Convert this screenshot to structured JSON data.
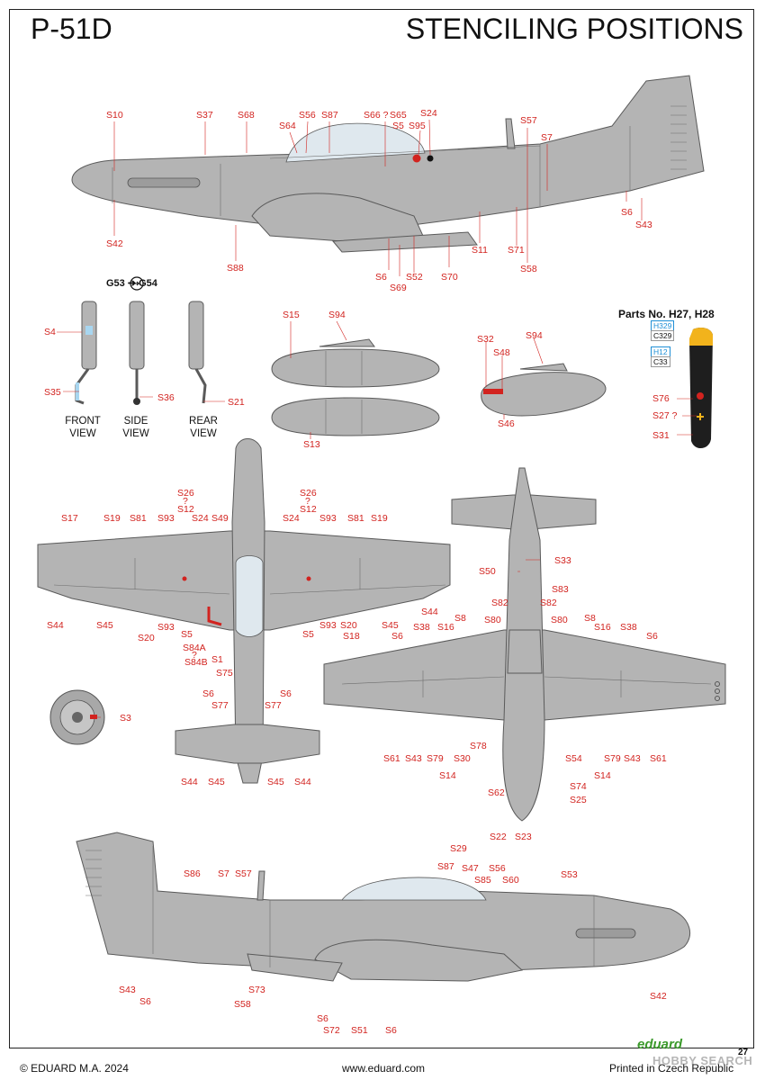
{
  "header": {
    "model": "P-51D",
    "section": "STENCILING POSITIONS"
  },
  "colors": {
    "aircraft_grey": "#b4b4b4",
    "callout_red": "#d2231f",
    "paint_code_blue": "#1f8fd6",
    "eduard_green": "#3c9a2c",
    "propeller_blade": "#1e1e1e",
    "propeller_tip": "#f2b31c"
  },
  "gear_legs": {
    "insignia": "G53 ➔ G54",
    "views": [
      "FRONT\nVIEW",
      "SIDE\nVIEW",
      "REAR\nVIEW"
    ]
  },
  "parts": {
    "title": "Parts No. H27, H28",
    "codes": [
      "H329",
      "C329",
      "H12",
      "C33"
    ]
  },
  "callouts": [
    "S10",
    "S37",
    "S68",
    "S64",
    "S56",
    "S87",
    "S66 ?",
    "S65",
    "S5",
    "S95",
    "S24",
    "S57",
    "S7",
    "S6",
    "S43",
    "S42",
    "S88",
    "S6",
    "S69",
    "S52",
    "S70",
    "S11",
    "S71",
    "S58",
    "S4",
    "S35",
    "S36",
    "S21",
    "S15",
    "S94",
    "S13",
    "S32",
    "S48",
    "S94",
    "S46",
    "S76",
    "S27 ?",
    "S31",
    "S26",
    "?",
    "S12",
    "S26",
    "?",
    "S12",
    "S17",
    "S19",
    "S81",
    "S93",
    "S24",
    "S49",
    "S24",
    "S93",
    "S81",
    "S19",
    "S44",
    "S45",
    "S20",
    "S93",
    "S5",
    "S84A",
    "?",
    "S84B",
    "S1",
    "S75",
    "S5",
    "S93",
    "S20",
    "S18",
    "S45",
    "S6",
    "S44",
    "S3",
    "S6",
    "S77",
    "S6",
    "S77",
    "S44",
    "S45",
    "S45",
    "S44",
    "S50",
    "S33",
    "S83",
    "S82",
    "S82",
    "S38",
    "S16",
    "S8",
    "S80",
    "S80",
    "S8",
    "S16",
    "S38",
    "S6",
    "S61",
    "S43",
    "S79",
    "S30",
    "S78",
    "S54",
    "S79",
    "S43",
    "S61",
    "S14",
    "S14",
    "S62",
    "S74",
    "S25",
    "S22",
    "S23",
    "S29",
    "S87",
    "S47",
    "S56",
    "S85",
    "S60",
    "S53",
    "S86",
    "S7",
    "S57",
    "S43",
    "S6",
    "S73",
    "S58",
    "S6",
    "S72",
    "S51",
    "S6",
    "S42"
  ],
  "footer": {
    "copyright": "© EDUARD M.A. 2024",
    "website": "www.eduard.com",
    "printed": "Printed in Czech Republic",
    "brand": "eduard",
    "page_number": "27",
    "watermark": "HOBBY SEARCH"
  }
}
